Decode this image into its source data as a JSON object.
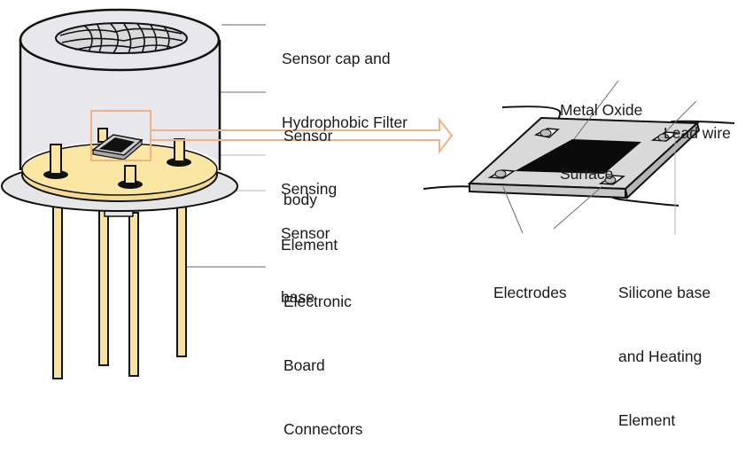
{
  "title": "Metal oxide gas sensor structure",
  "colors": {
    "cap_fill": "#e6e5ea",
    "base_fill": "#fbe6a4",
    "flange_fill": "#e6e6e8",
    "pin_fill": "#f8e2a0",
    "outline": "#111111",
    "highlight": "#f2b287",
    "metal_oxide": "#0a0a0a",
    "substrate": "#d9d9d9"
  },
  "left_labels": {
    "cap": [
      "Sensor cap and",
      "Hydrophobic Filter"
    ],
    "body": [
      "Sensor",
      "body"
    ],
    "sensing": [
      "Sensing",
      "Element"
    ],
    "base": [
      "Sensor",
      "base"
    ],
    "connectors": [
      "Electronic",
      "Board",
      "Connectors"
    ]
  },
  "right_labels": {
    "metal_oxide": [
      "Metal Oxide",
      "Surface"
    ],
    "lead_wire": [
      "Lead wire"
    ],
    "electrodes": [
      "Electrodes"
    ],
    "silicone": [
      "Silicone base",
      "and Heating",
      "Element"
    ]
  }
}
